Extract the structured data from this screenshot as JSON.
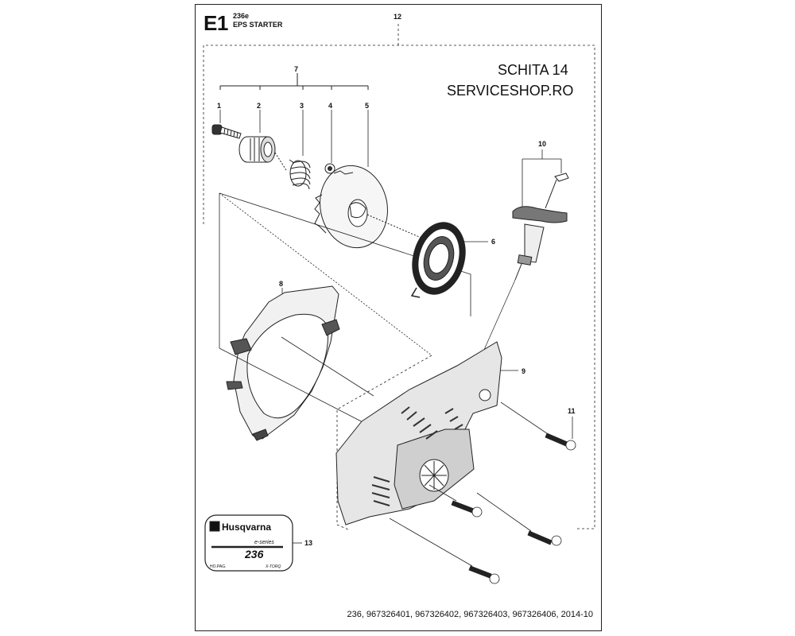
{
  "header": {
    "section_code": "E1",
    "model": "236e",
    "title": "EPS STARTER"
  },
  "stamp": {
    "line1": "SCHITA 14",
    "line2": "SERVICESHOP.RO"
  },
  "callouts": [
    "1",
    "2",
    "3",
    "4",
    "5",
    "6",
    "7",
    "8",
    "9",
    "10",
    "11",
    "12",
    "13"
  ],
  "decal": {
    "brand": "Husqvarna",
    "series": "e-series",
    "model": "236",
    "small_left": "HO.PAG.",
    "small_right": "X-TORQ"
  },
  "footer": {
    "text": "236, 967326401, 967326402, 967326403, 967326406, 2014-10"
  }
}
